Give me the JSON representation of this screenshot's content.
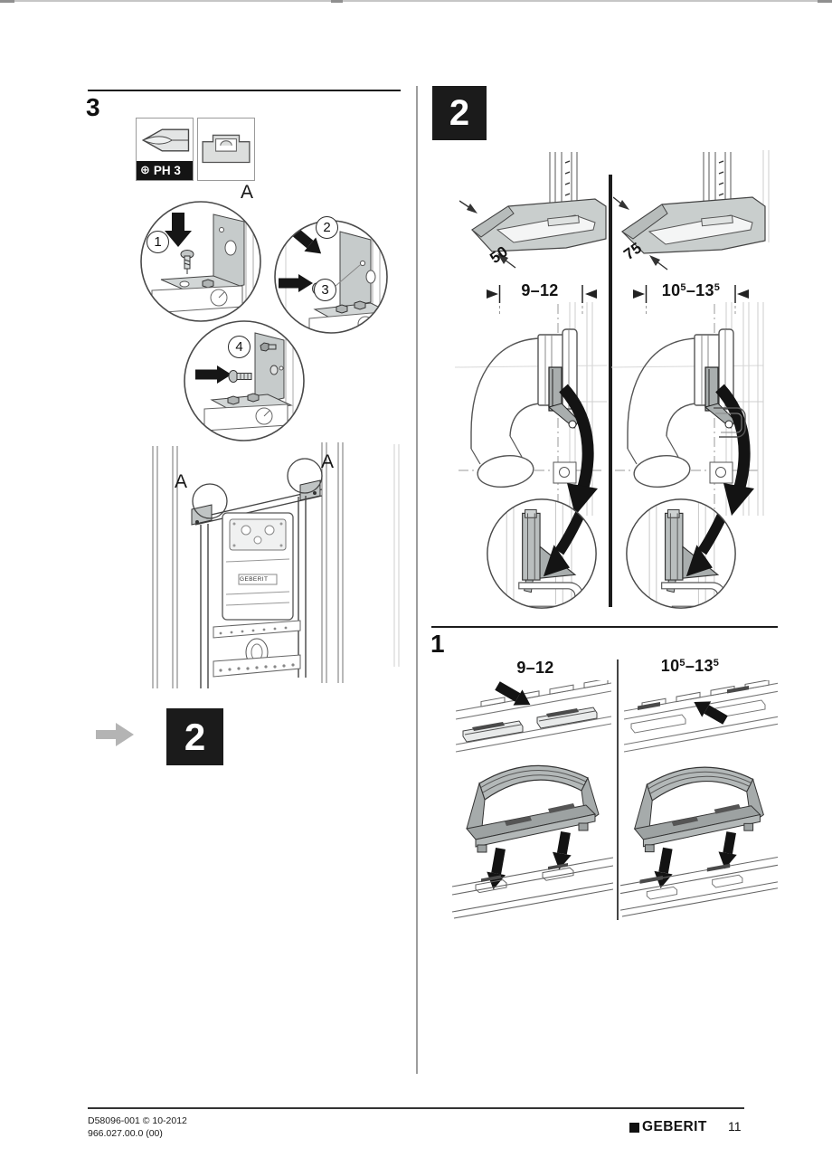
{
  "section3": {
    "label": "3",
    "tool_label": "PH 3",
    "detail_label": "A",
    "callout1": "1",
    "callout2": "2",
    "callout3": "3",
    "callout4": "4",
    "frame_label_left": "A",
    "frame_label_right": "A",
    "frame_brand": "GEBERIT",
    "goto_label": "2"
  },
  "section2": {
    "label": "2",
    "left_depth": "50",
    "left_range": "9–12",
    "right_depth": "75",
    "right_range": {
      "b1": "10",
      "s1": "5",
      "sep": "–",
      "b2": "13",
      "s2": "5"
    }
  },
  "section1": {
    "label": "1",
    "left_range": "9–12",
    "right_range": {
      "b1": "10",
      "s1": "5",
      "sep": "–",
      "b2": "13",
      "s2": "5"
    }
  },
  "footer": {
    "doc_line1": "D58096-001 © 10-2012",
    "doc_line2": "966.027.00.0 (00)",
    "brand": "GEBERIT",
    "page_number": "11"
  },
  "icons": {
    "phillips_symbol": "⊕"
  }
}
